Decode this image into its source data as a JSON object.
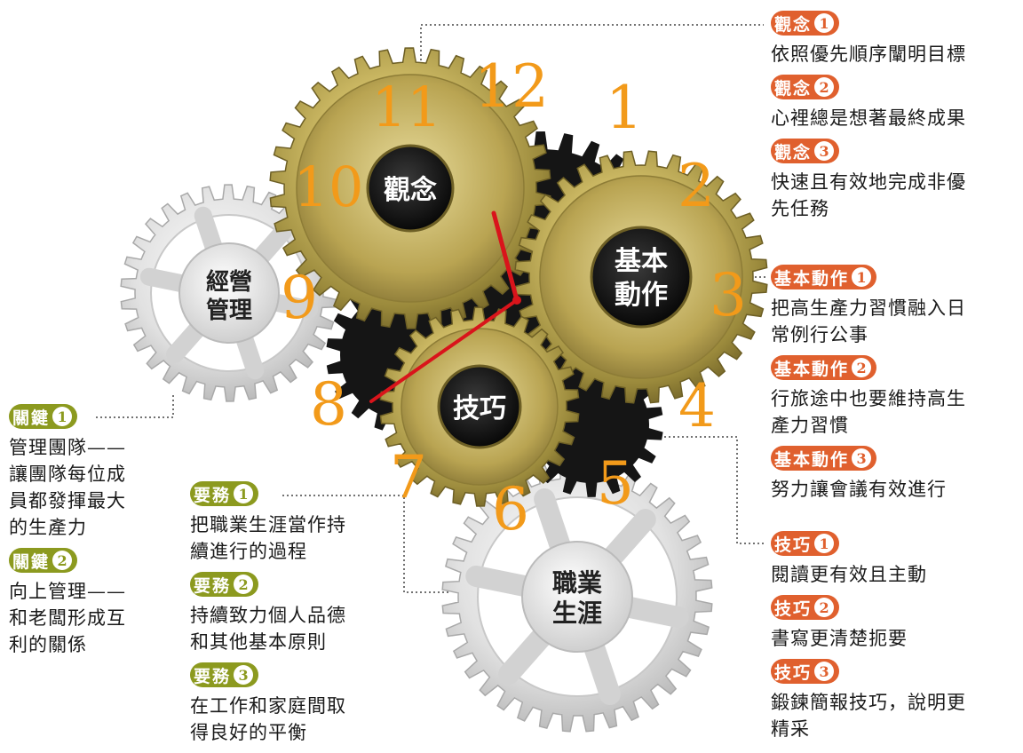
{
  "gears": {
    "concept": "觀念",
    "basic_line1": "基本",
    "basic_line2": "動作",
    "skill": "技巧",
    "management_line1": "經營",
    "management_line2": "管理",
    "career_line1": "職業",
    "career_line2": "生涯"
  },
  "clock_numbers": [
    "12",
    "1",
    "2",
    "3",
    "4",
    "5",
    "6",
    "7",
    "8",
    "9",
    "10",
    "11"
  ],
  "colors": {
    "orange_tag": "#e0602e",
    "green_tag": "#8c9a1f",
    "clock_numeral": "#f29a1a",
    "clock_hand": "#d9141b",
    "gold_gear": "#c8b45a",
    "silver_gear": "#d8d8d8",
    "black_gear": "#151515"
  },
  "concept_items": [
    {
      "tag": "觀念",
      "num": "1",
      "text": "依照優先順序闡明目標"
    },
    {
      "tag": "觀念",
      "num": "2",
      "text": "心裡總是想著最終成果"
    },
    {
      "tag": "觀念",
      "num": "3",
      "text": "快速且有效地完成非優\n先任務"
    }
  ],
  "basic_items": [
    {
      "tag": "基本動作",
      "num": "1",
      "text": "把高生產力習慣融入日\n常例行公事"
    },
    {
      "tag": "基本動作",
      "num": "2",
      "text": "行旅途中也要維持高生\n產力習慣"
    },
    {
      "tag": "基本動作",
      "num": "3",
      "text": "努力讓會議有效進行"
    }
  ],
  "skill_items": [
    {
      "tag": "技巧",
      "num": "1",
      "text": "閱讀更有效且主動"
    },
    {
      "tag": "技巧",
      "num": "2",
      "text": "書寫更清楚扼要"
    },
    {
      "tag": "技巧",
      "num": "3",
      "text": "鍛鍊簡報技巧，說明更\n精采"
    }
  ],
  "key_items": [
    {
      "tag": "關鍵",
      "num": "1",
      "text": "管理團隊——\n讓團隊每位成\n員都發揮最大\n的生產力"
    },
    {
      "tag": "關鍵",
      "num": "2",
      "text": "向上管理——\n和老闆形成互\n利的關係"
    }
  ],
  "task_items": [
    {
      "tag": "要務",
      "num": "1",
      "text": "把職業生涯當作持\n續進行的過程"
    },
    {
      "tag": "要務",
      "num": "2",
      "text": "持續致力個人品德\n和其他基本原則"
    },
    {
      "tag": "要務",
      "num": "3",
      "text": "在工作和家庭間取\n得良好的平衡"
    }
  ]
}
